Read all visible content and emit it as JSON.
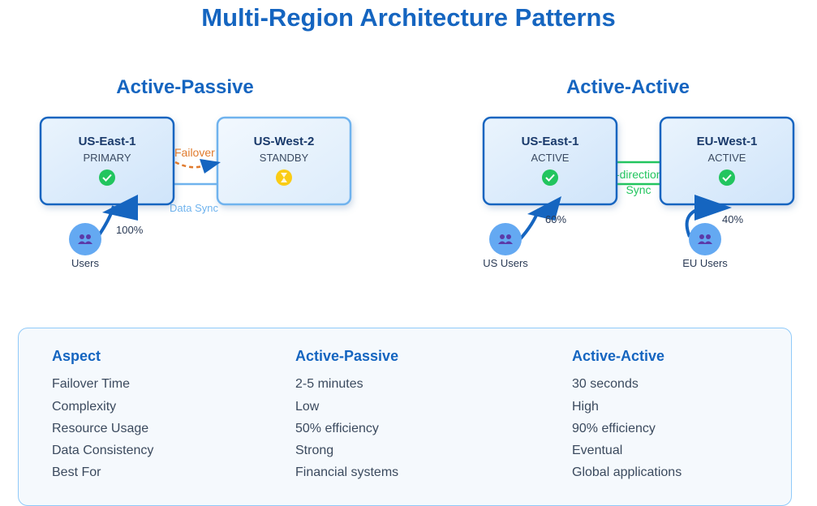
{
  "title": "Multi-Region Architecture Patterns",
  "patterns": {
    "active_passive": {
      "heading": "Active-Passive",
      "primary": {
        "name": "US-East-1",
        "role": "PRIMARY",
        "status_icon": "check-icon",
        "status_color": "#22c55e"
      },
      "standby": {
        "name": "US-West-2",
        "role": "STANDBY",
        "status_icon": "hourglass-icon",
        "status_color": "#facc15"
      },
      "failover_label": "Failover",
      "sync_label": "Data Sync",
      "users_label": "Users",
      "traffic": "100%"
    },
    "active_active": {
      "heading": "Active-Active",
      "region_a": {
        "name": "US-East-1",
        "role": "ACTIVE",
        "status_icon": "check-icon",
        "status_color": "#22c55e"
      },
      "region_b": {
        "name": "EU-West-1",
        "role": "ACTIVE",
        "status_icon": "check-icon",
        "status_color": "#22c55e"
      },
      "sync_label_line1": "Bi-directional",
      "sync_label_line2": "Sync",
      "users_a_label": "US Users",
      "users_b_label": "EU Users",
      "traffic_a": "60%",
      "traffic_b": "40%"
    }
  },
  "colors": {
    "accent": "#1565c0",
    "failover": "#e07b2e",
    "sync": "#6fb3ee",
    "bidirectional": "#22c55e"
  },
  "comparison": {
    "headers": [
      "Aspect",
      "Active-Passive",
      "Active-Active"
    ],
    "rows": [
      [
        "Failover Time",
        "2-5 minutes",
        "30 seconds"
      ],
      [
        "Complexity",
        "Low",
        "High"
      ],
      [
        "Resource Usage",
        "50% efficiency",
        "90% efficiency"
      ],
      [
        "Data Consistency",
        "Strong",
        "Eventual"
      ],
      [
        "Best For",
        "Financial systems",
        "Global applications"
      ]
    ]
  }
}
